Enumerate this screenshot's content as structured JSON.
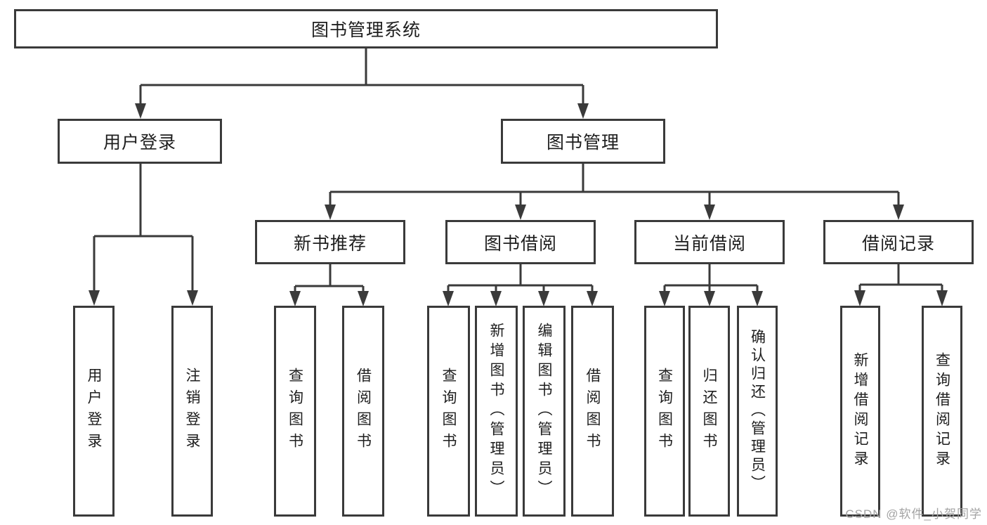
{
  "diagram": {
    "root": {
      "label": "图书管理系统"
    },
    "branches": {
      "user_login": {
        "label": "用户登录",
        "children": [
          {
            "label": "用户登录"
          },
          {
            "label": "注销登录"
          }
        ]
      },
      "book_mgmt": {
        "label": "图书管理",
        "children": [
          {
            "label": "新书推荐",
            "children": [
              {
                "label": "查询图书"
              },
              {
                "label": "借阅图书"
              }
            ]
          },
          {
            "label": "图书借阅",
            "children": [
              {
                "label": "查询图书"
              },
              {
                "label": "新增图书（管理员）"
              },
              {
                "label": "编辑图书（管理员）"
              },
              {
                "label": "借阅图书"
              }
            ]
          },
          {
            "label": "当前借阅",
            "children": [
              {
                "label": "查询图书"
              },
              {
                "label": "归还图书"
              },
              {
                "label": "确认归还（管理员）"
              }
            ]
          },
          {
            "label": "借阅记录",
            "children": [
              {
                "label": "新增借阅记录"
              },
              {
                "label": "查询借阅记录"
              }
            ]
          }
        ]
      }
    }
  },
  "watermark": {
    "text": "CSDN @软件_小贺同学"
  },
  "colors": {
    "line": "#3a3a3a",
    "box_border": "#3a3a3a",
    "text": "#1e1e1e",
    "watermark": "#a3a3a3",
    "background": "#ffffff"
  }
}
